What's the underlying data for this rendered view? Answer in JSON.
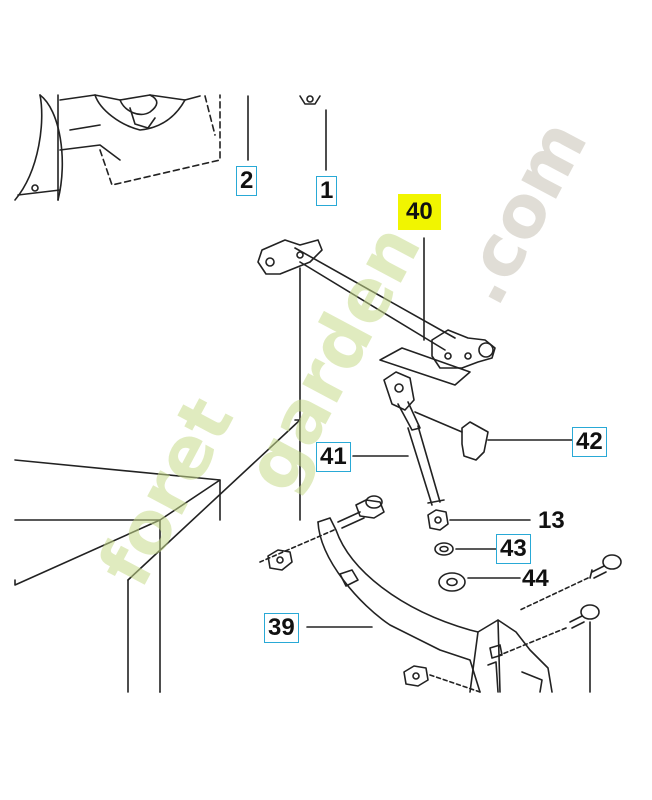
{
  "labels": {
    "p1": "1",
    "p2": "2",
    "p40": "40",
    "p41": "41",
    "p42": "42",
    "p13": "13",
    "p43": "43",
    "p44": "44",
    "p39": "39"
  },
  "watermark": {
    "text_foret": "foret",
    "text_garden": "garden",
    "text_com": ".com",
    "color_green": "#c8dc8c",
    "color_orange": "#f2b066",
    "color_gray": "#c7c2b6"
  },
  "colors": {
    "highlight": "#f1f500",
    "label_border": "#29a9d6",
    "line": "#222222"
  }
}
